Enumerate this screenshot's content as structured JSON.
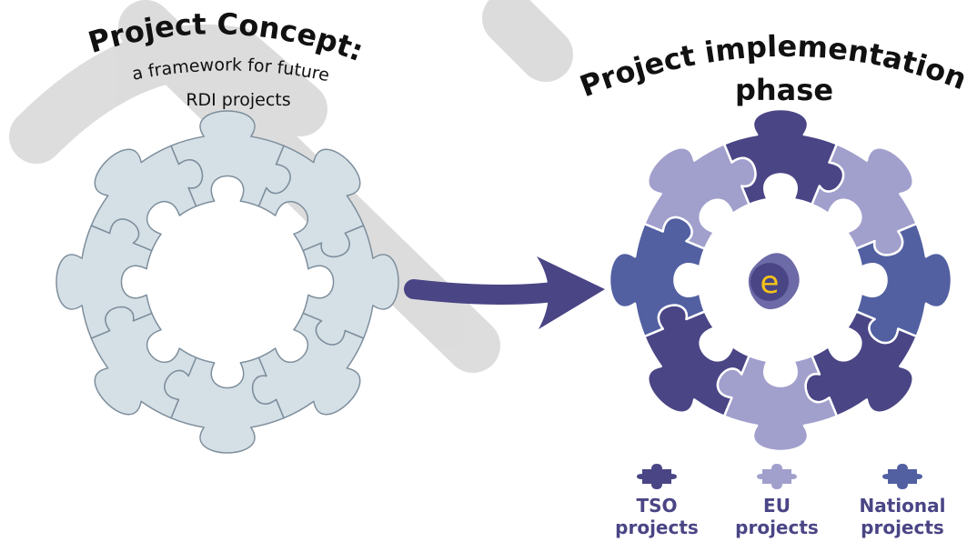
{
  "left_title": "Project Concept:",
  "left_subtitle_line1": "a framework for future",
  "left_subtitle_line2": "RDI projects",
  "right_title_line1": "Project implementation",
  "right_title_line2": "phase",
  "center_logo_letter": "e",
  "colors": {
    "light_piece": "#d5dfe6",
    "light_stroke": "#7d8e9c",
    "tso": "#4a4585",
    "eu": "#a19fcc",
    "national": "#5260a2",
    "arrow": "#4a4585",
    "watermark": "#d9d9d9",
    "logo_yellow": "#f5c518"
  },
  "legend": [
    {
      "line1": "TSO",
      "line2": "projects",
      "color": "#4a4585"
    },
    {
      "line1": "EU",
      "line2": "projects",
      "color": "#a19fcc"
    },
    {
      "line1": "National",
      "line2": "projects",
      "color": "#5260a2"
    }
  ]
}
